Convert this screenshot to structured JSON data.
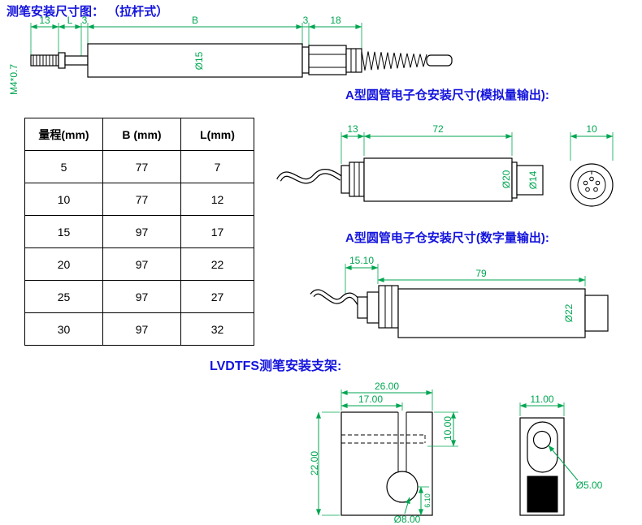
{
  "titles": {
    "main": "测笔安装尺寸图： （拉杆式）",
    "analog": "A型圆管电子仓安装尺寸(模拟量输出):",
    "digital": "A型圆管电子仓安装尺寸(数字量输出):",
    "bracket": "LVDTFS测笔安装支架:"
  },
  "colors": {
    "dimension_green": "#00a651",
    "title_blue": "#1414dd",
    "outline": "#000000"
  },
  "stylus_drawing": {
    "dim_13": "13",
    "dim_L": "L",
    "dim_3_left": "3",
    "dim_B": "B",
    "dim_3_right": "3",
    "dim_18": "18",
    "dia_15": "Ø15",
    "thread_spec": "M4*0.7"
  },
  "table": {
    "headers": [
      "量程(mm)",
      "B (mm)",
      "L(mm)"
    ],
    "rows": [
      [
        "5",
        "77",
        "7"
      ],
      [
        "10",
        "77",
        "12"
      ],
      [
        "15",
        "97",
        "17"
      ],
      [
        "20",
        "97",
        "22"
      ],
      [
        "25",
        "97",
        "27"
      ],
      [
        "30",
        "97",
        "32"
      ]
    ]
  },
  "analog_drawing": {
    "dim_13": "13",
    "dim_72": "72",
    "dim_10": "10",
    "dia_20": "Ø20",
    "dia_14": "Ø14"
  },
  "digital_drawing": {
    "dim_15_10": "15.10",
    "dim_79": "79",
    "dia_22": "Ø22"
  },
  "bracket_drawing": {
    "dim_26": "26.00",
    "dim_17": "17.00",
    "dim_10": "10.00",
    "dim_22": "22.00",
    "dim_6_10": "6.10",
    "dia_8": "Ø8.00",
    "dim_11": "11.00",
    "dia_5": "Ø5.00"
  }
}
